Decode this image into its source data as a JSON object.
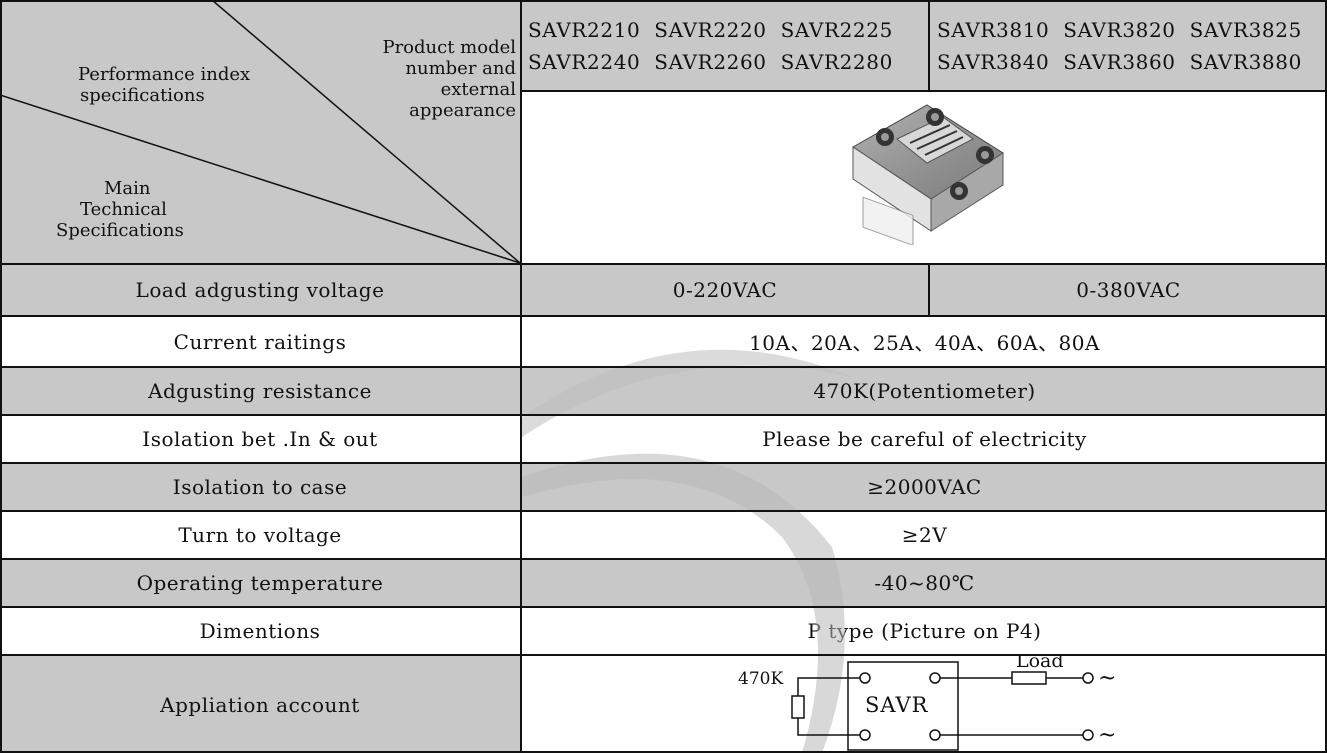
{
  "header": {
    "top_label": [
      "Product model",
      "number and",
      "external",
      "appearance"
    ],
    "middle_label": [
      "Performance index",
      "specifications"
    ],
    "bottom_label": [
      "Main",
      "Technical",
      "Specifications"
    ],
    "models_group_1": {
      "row1": [
        "SAVR2210",
        "SAVR2220",
        "SAVR2225"
      ],
      "row2": [
        "SAVR2240",
        "SAVR2260",
        "SAVR2280"
      ]
    },
    "models_group_2": {
      "row1": [
        "SAVR3810",
        "SAVR3820",
        "SAVR3825"
      ],
      "row2": [
        "SAVR3840",
        "SAVR3860",
        "SAVR3880"
      ]
    }
  },
  "rows": [
    {
      "label": "Load adgusting voltage",
      "value_left": "0-220VAC",
      "value_right": "0-380VAC"
    },
    {
      "label": "Current raitings",
      "value": "10A、20A、25A、40A、60A、80A"
    },
    {
      "label": "Adgusting resistance",
      "value": "470K(Potentiometer)"
    },
    {
      "label": "Isolation bet .In & out",
      "value": "Please be careful of electricity"
    },
    {
      "label": "Isolation to case",
      "value": "≥2000VAC"
    },
    {
      "label": "Turn to voltage",
      "value": "≥2V"
    },
    {
      "label": "Operating temperature",
      "value": "-40~80℃"
    },
    {
      "label": "Dimentions",
      "value": "P  type (Picture on P4)"
    },
    {
      "label": "Appliation account"
    }
  ],
  "diagram": {
    "resistor_label": "470K",
    "device_label": "SAVR",
    "load_label": "Load",
    "ac_symbol": "~"
  }
}
